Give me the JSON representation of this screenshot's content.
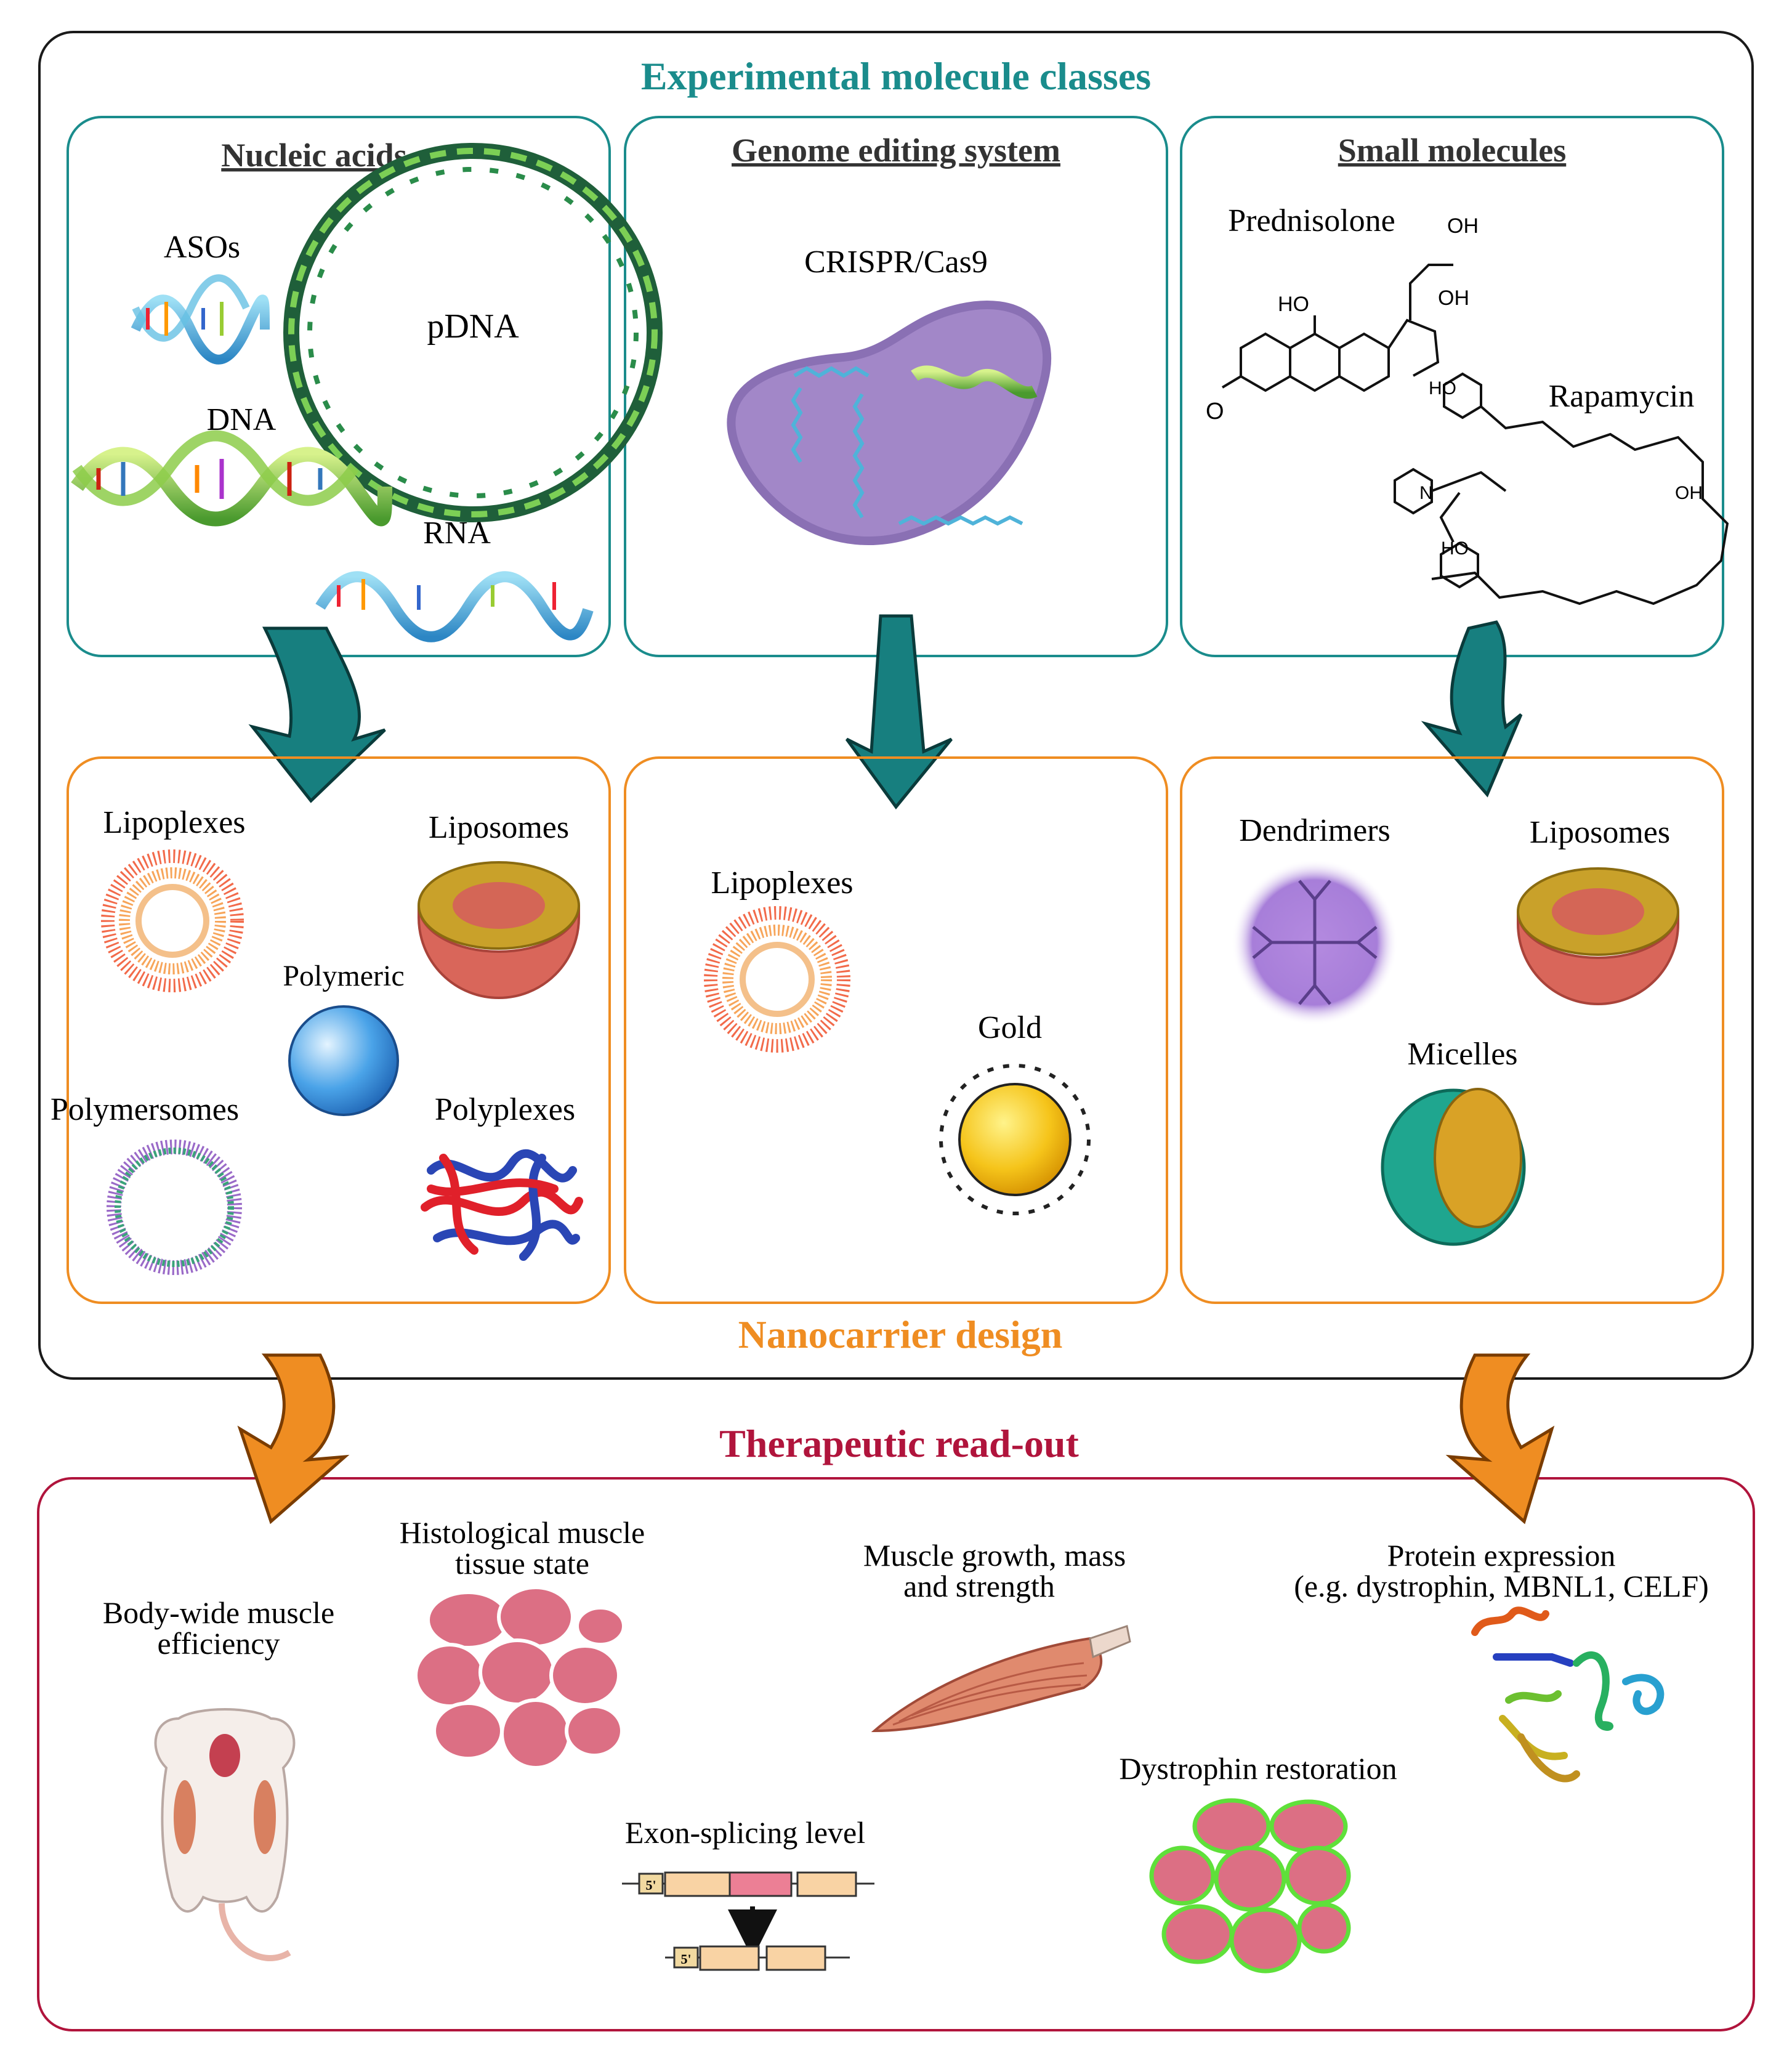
{
  "header": {
    "title": "Experimental molecule classes",
    "nanocarrier_title": "Nanocarrier design",
    "therapeutic_title": "Therapeutic read-out"
  },
  "panels": {
    "nucleic": {
      "title": "Nucleic acids",
      "asos": "ASOs",
      "pdna": "pDNA",
      "dna": "DNA",
      "rna": "RNA"
    },
    "genome": {
      "title": "Genome editing system",
      "crispr": "CRISPR/Cas9"
    },
    "small": {
      "title": "Small molecules",
      "prednisolone": "Prednisolone",
      "rapamycin": "Rapamycin"
    }
  },
  "nanocarriers": {
    "left": {
      "lipoplexes": "Lipoplexes",
      "liposomes": "Liposomes",
      "polymeric": "Polymeric",
      "polymersomes": "Polymersomes",
      "polyplexes": "Polyplexes"
    },
    "middle": {
      "lipoplexes": "Lipoplexes",
      "gold": "Gold"
    },
    "right": {
      "dendrimers": "Dendrimers",
      "liposomes": "Liposomes",
      "micelles": "Micelles"
    }
  },
  "readout": {
    "body_line1": "Body-wide muscle",
    "body_line2": "efficiency",
    "histo_line1": "Histological muscle",
    "histo_line2": "tissue state",
    "growth_line1": "Muscle growth, mass",
    "growth_line2": "and strength",
    "protein_line1": "Protein expression",
    "protein_line2": "(e.g. dystrophin, MBNL1, CELF)",
    "exon": "Exon-splicing level",
    "dystrophin": "Dystrophin restoration",
    "five_prime": "5'"
  },
  "chem_labels": {
    "oh": "OH",
    "ho": "HO",
    "h": "H",
    "o": "O",
    "n": "N"
  },
  "colors": {
    "teal": "#1a8c8c",
    "orange": "#ef8d22",
    "crimson": "#b0143c",
    "muscle_pink": "#dc6f84",
    "dystrophin_green": "#5fe03a"
  }
}
